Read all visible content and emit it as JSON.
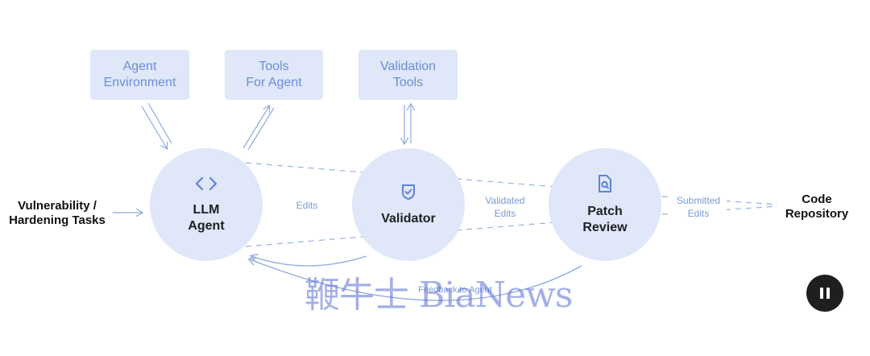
{
  "top_boxes": {
    "agent_environment": "Agent\nEnvironment",
    "tools_for_agent": "Tools\nFor Agent",
    "validation_tools": "Validation\nTools"
  },
  "nodes": {
    "llm_agent": "LLM\nAgent",
    "validator": "Validator",
    "patch_review": "Patch\nReview"
  },
  "edge_labels": {
    "edits": "Edits",
    "validated_edits": "Validated\nEdits",
    "submitted_edits": "Submitted\nEdits",
    "feedback": "Feedback to Agent"
  },
  "input_label": "Vulnerability /\nHardening Tasks",
  "output_label": "Code\nRepository",
  "watermark": "鞭牛士 BiaNews",
  "icons": {
    "llm_agent": "code-brackets-icon",
    "validator": "shield-check-icon",
    "patch_review": "document-search-icon",
    "control": "pause-icon"
  },
  "colors": {
    "node_fill": "#dfe7f8",
    "accent": "#6d8fd6",
    "text_dark": "#202124"
  }
}
